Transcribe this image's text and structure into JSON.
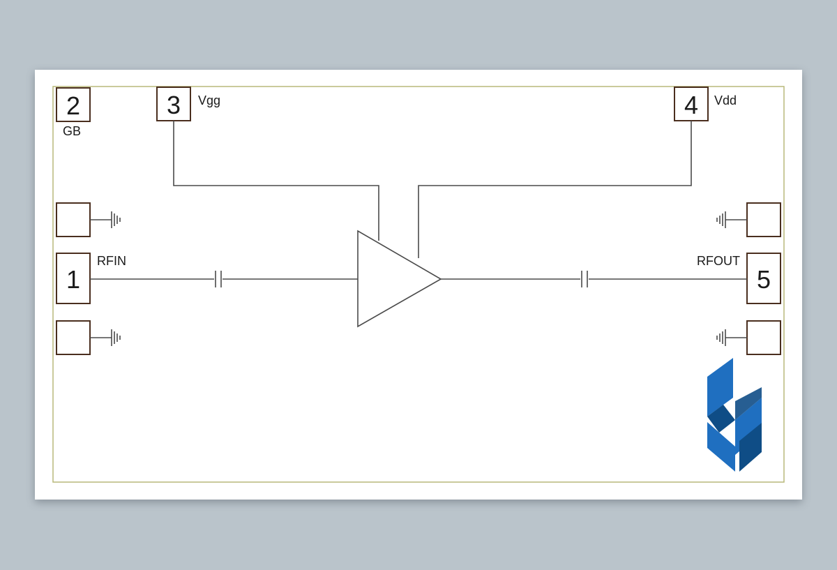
{
  "pins": [
    {
      "id": "1",
      "label": "RFIN"
    },
    {
      "id": "2",
      "label": "GB"
    },
    {
      "id": "3",
      "label": "Vgg"
    },
    {
      "id": "4",
      "label": "Vdd"
    },
    {
      "id": "5",
      "label": "RFOUT"
    }
  ],
  "colors": {
    "background": "#bac4cb",
    "sheet": "#ffffff",
    "border": "#b9b97a",
    "pad_stroke": "#4a2e1e",
    "wire": "#4a4a4a",
    "logo_light": "#1f6fc0",
    "logo_dark": "#0f4d86"
  },
  "components": {
    "amplifier": "triangle-amplifier-icon",
    "capacitor_in": "capacitor-icon",
    "capacitor_out": "capacitor-icon",
    "ground": "ground-icon",
    "logo": "company-logo-icon"
  }
}
